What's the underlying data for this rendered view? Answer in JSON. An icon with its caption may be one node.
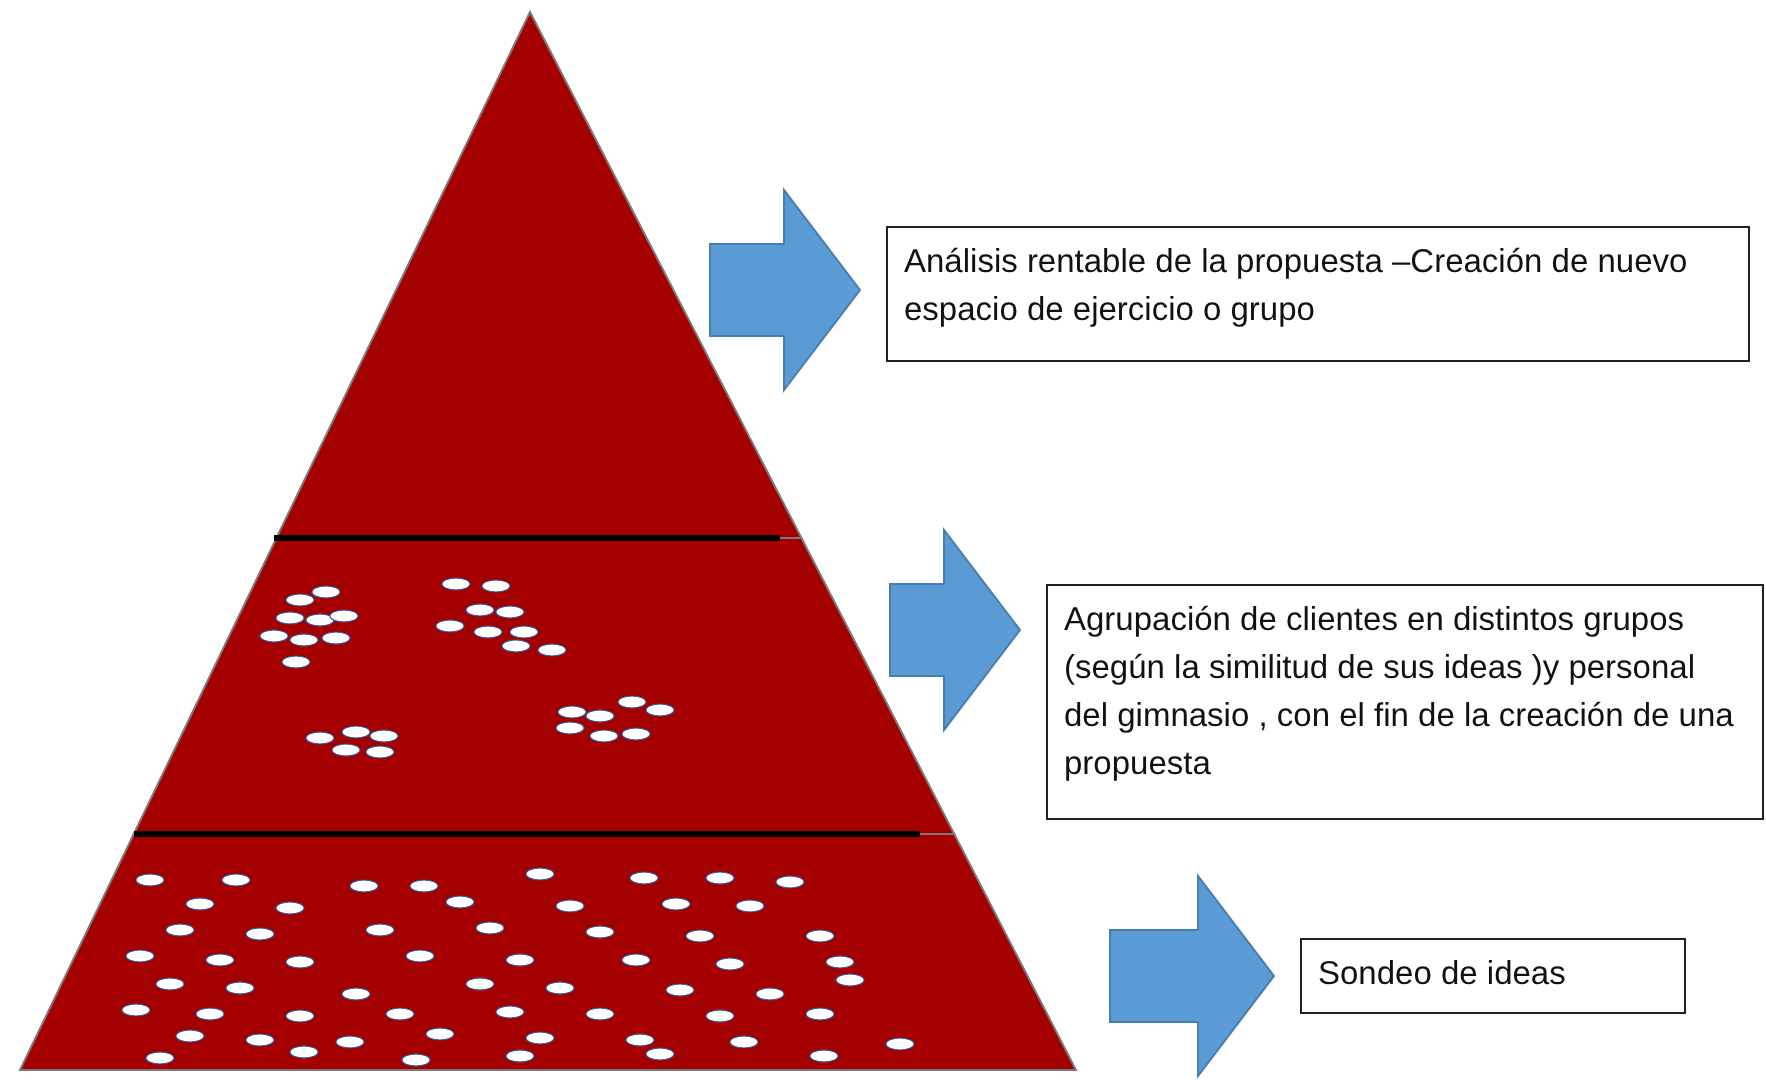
{
  "diagram": {
    "nodes": [
      {
        "text": [],
        "shape": "triangle"
      },
      {
        "text": [],
        "shape": "trapezoid"
      },
      {
        "text": [],
        "shape": "trapezoid"
      },
      {
        "text": [
          "Análisis rentable de la propuesta –Creación de nuevo espacio de ejercicio o grupo"
        ]
      },
      {
        "text": [
          "Agrupación de clientes en distintos grupos (según la similitud de sus ideas )y personal del gimnasio , con el fin de la creación de una propuesta"
        ]
      },
      {
        "text": [
          "Sondeo de ideas"
        ]
      }
    ],
    "edges": [
      {
        "from": 0,
        "to": 3,
        "arrow": "to",
        "style": "thick",
        "color": "#5b9bd5"
      },
      {
        "from": 1,
        "to": 4,
        "arrow": "to",
        "style": "thick",
        "color": "#5b9bd5"
      },
      {
        "from": 2,
        "to": 5,
        "arrow": "to",
        "style": "thick",
        "color": "#5b9bd5"
      }
    ]
  }
}
